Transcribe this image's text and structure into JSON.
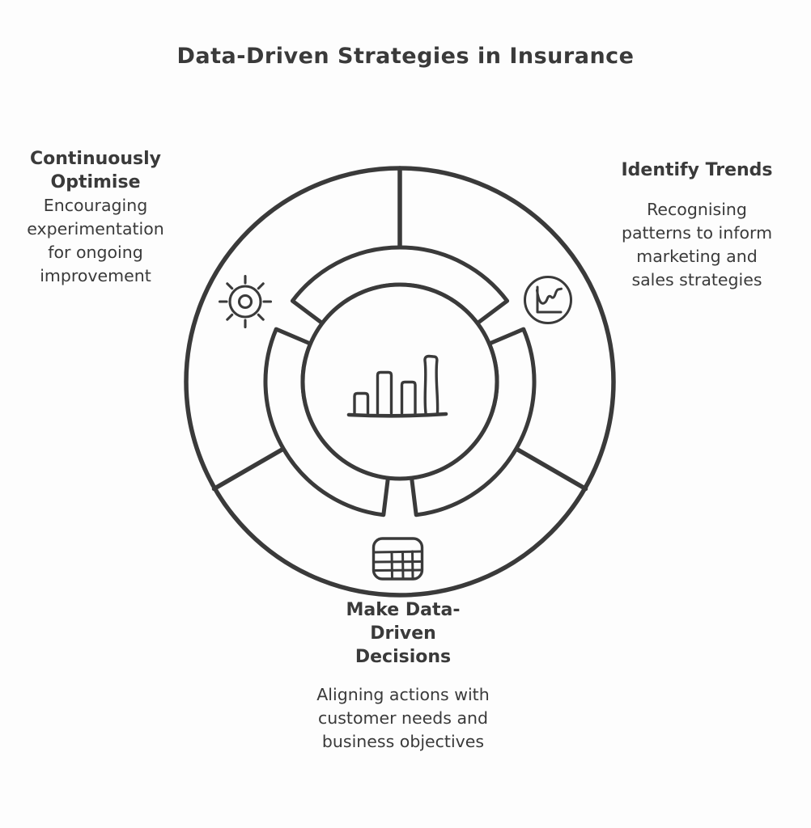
{
  "title": "Data-Driven Strategies in Insurance",
  "colors": {
    "ink": "#3a3a3a",
    "background": "#fdfdfd"
  },
  "diagram": {
    "type": "three-segment-cycle",
    "center_icon": "bar-chart-icon",
    "nodes": [
      {
        "id": "continuously-optimise",
        "position": "left",
        "icon": "sun-icon",
        "heading": "Continuously Optimise",
        "description": "Encouraging experimentation for ongoing improvement"
      },
      {
        "id": "identify-trends",
        "position": "right",
        "icon": "trend-line-icon",
        "heading": "Identify Trends",
        "description": "Recognising patterns to inform marketing and sales strategies"
      },
      {
        "id": "make-data-driven-decisions",
        "position": "bottom",
        "icon": "data-table-icon",
        "heading": "Make Data-Driven Decisions",
        "description": "Aligning actions with customer needs and business objectives"
      }
    ]
  }
}
